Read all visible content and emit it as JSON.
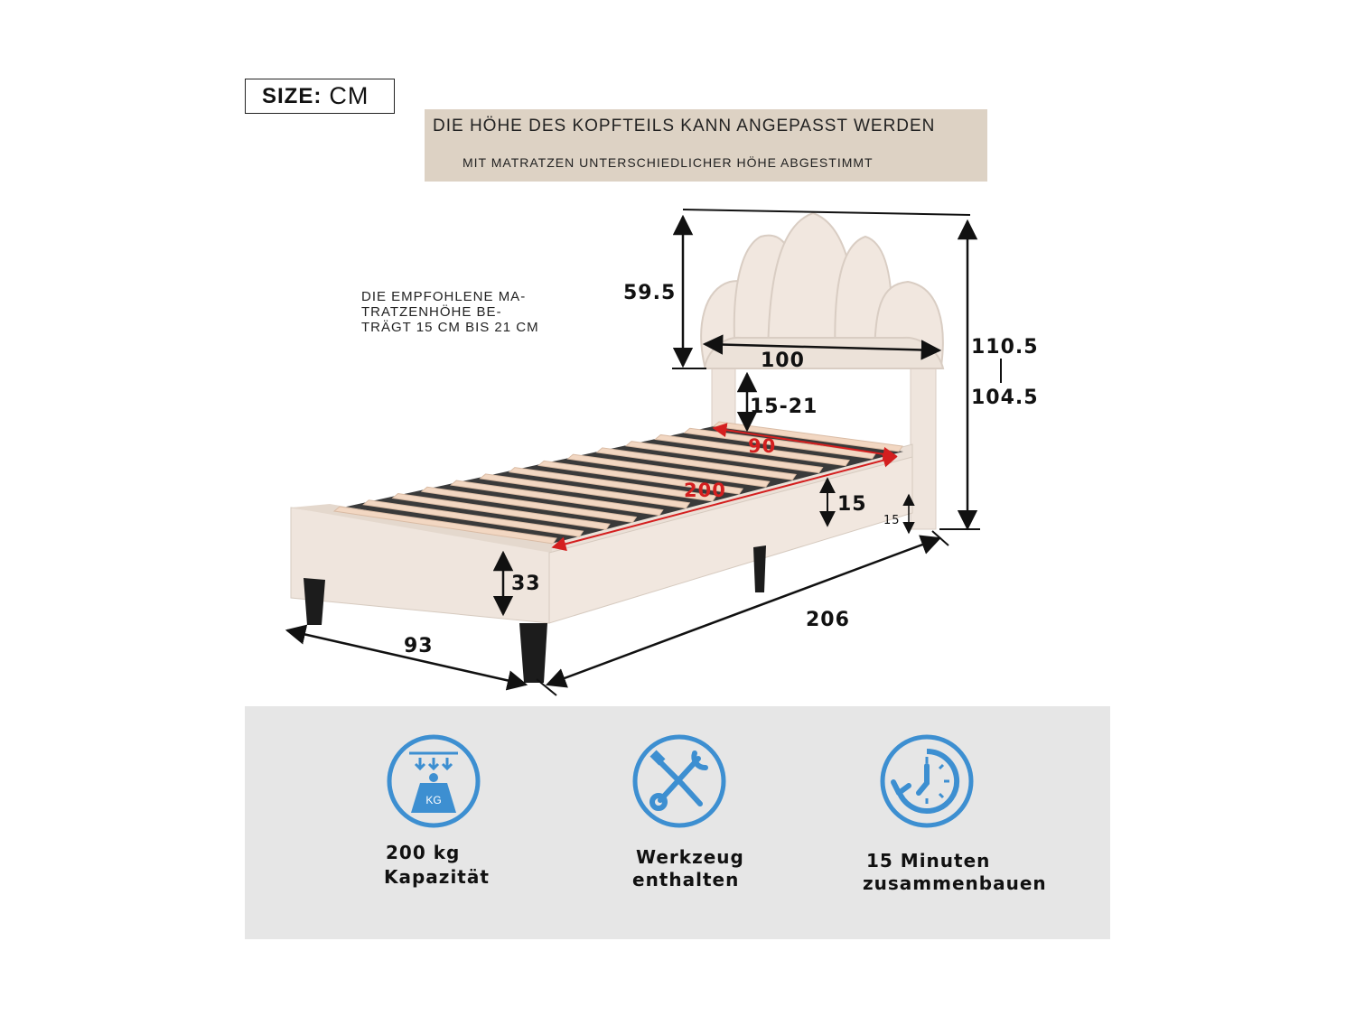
{
  "header": {
    "size_label": "SIZE:",
    "size_unit": "CM"
  },
  "note_banner": {
    "title": "DIE HÖHE DES KOPFTEILS KANN ANGEPASST WERDEN",
    "subtitle": "MIT MATRATZEN UNTERSCHIEDLICHER HÖHE ABGESTIMMT"
  },
  "mattress_note": {
    "line1": "DIE EMPFOHLENE MA-",
    "line2": "TRATZENHÖHE BE-",
    "line3": "TRÄGT 15 CM BIS 21 CM"
  },
  "dimensions": {
    "headboard_height": "59.5",
    "headboard_width": "100",
    "mattress_range": "15-21",
    "total_height_max": "110.5",
    "total_height_min": "104.5",
    "slat_width": "90",
    "slat_length": "200",
    "side_rail_height": "15",
    "leg_clearance": "15",
    "frame_height": "33",
    "total_length": "206",
    "total_width": "93"
  },
  "colors": {
    "frame": "#f0e6de",
    "slat": "#f2d7c2",
    "banner": "#ddd2c4",
    "icon_blue": "#3d8fd1",
    "red_dim": "#d41f1f",
    "feature_bg": "#e6e6e6"
  },
  "features": [
    {
      "icon": "weight-kg-icon",
      "line1": "200 kg",
      "line2": "Kapazität"
    },
    {
      "icon": "wrench-screwdriver-icon",
      "line1": "Werkzeug",
      "line2": "enthalten"
    },
    {
      "icon": "clock-assembly-icon",
      "line1": "15 Minuten",
      "line2": "zusammenbauen"
    }
  ]
}
